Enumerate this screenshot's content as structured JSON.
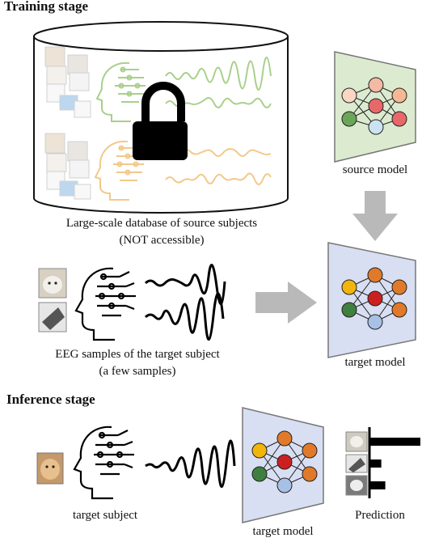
{
  "training": {
    "heading": "Training stage",
    "database_caption_line1": "Large-scale database of source subjects",
    "database_caption_line2": "(NOT accessible)",
    "source_model_label": "source model",
    "target_caption_line1": "EEG samples of the target subject",
    "target_caption_line2": "(a few samples)",
    "target_model_label": "target model"
  },
  "inference": {
    "heading": "Inference stage",
    "subject_label": "target subject",
    "target_model_label": "target model",
    "prediction_label": "Prediction",
    "prediction_scores": [
      1.0,
      0.22,
      0.3
    ]
  },
  "colors": {
    "source_model_fill": "#dcebd0",
    "target_model_fill": "#d8dff2",
    "arrow": "#b9b9b9",
    "lock": "#000000",
    "node_orange": "#e07a2a",
    "node_red": "#cc2020",
    "node_green": "#3f7f3f",
    "node_yellow": "#f1b50c",
    "node_blue": "#a7c0e6",
    "source_wave_green": "#a8d08a",
    "source_wave_orange": "#f2c98a"
  }
}
